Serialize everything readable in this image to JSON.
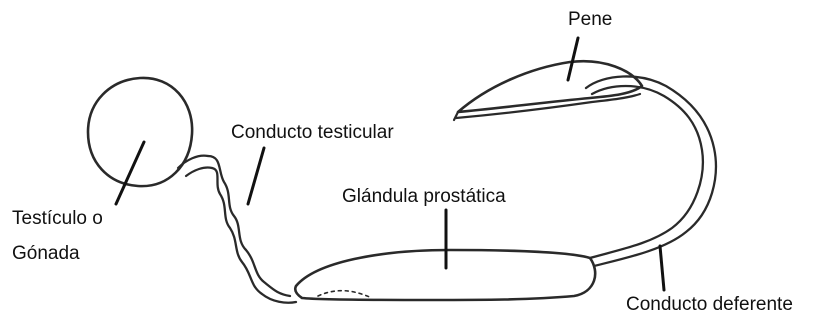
{
  "diagram": {
    "labels": {
      "pene": "Pene",
      "conducto_testicular": "Conducto testicular",
      "glandula_prostatica": "Glándula prostática",
      "testiculo_line1": "Testículo o",
      "testiculo_line2": "Gónada",
      "conducto_deferente": "Conducto deferente"
    },
    "colors": {
      "ink": "#2a2a2a",
      "text": "#111111",
      "background": "#ffffff"
    }
  }
}
